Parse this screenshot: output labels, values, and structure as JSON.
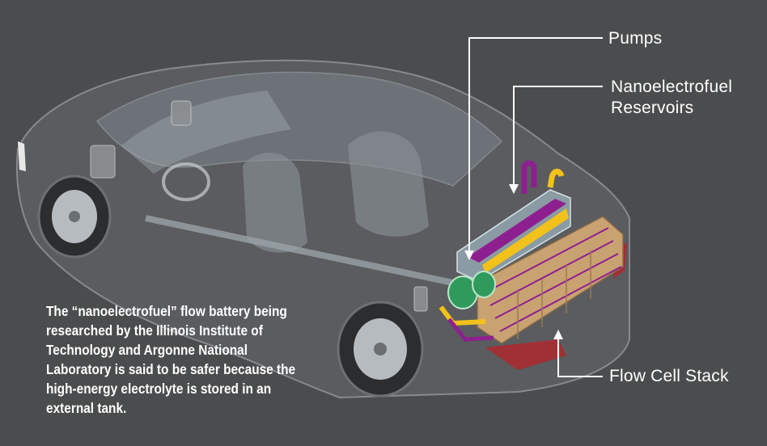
{
  "diagram": {
    "callouts": {
      "pumps": "Pumps",
      "reservoirs": "Nanoelectrofuel Reservoirs",
      "stack": "Flow Cell Stack"
    },
    "caption": "The “nanoelectrofuel” flow battery being researched by the Illinois Institute of Technology and Argonne National Laboratory is said to be safer because the high-energy electrolyte is stored in an external tank.",
    "colors": {
      "background": "#4b4c4d",
      "reservoir_purple": "#8e1f8f",
      "reservoir_yellow": "#f2c21a",
      "pump_green": "#2f9a5c",
      "cell_stack": "#c9a272",
      "callout_line": "#ffffff"
    }
  }
}
